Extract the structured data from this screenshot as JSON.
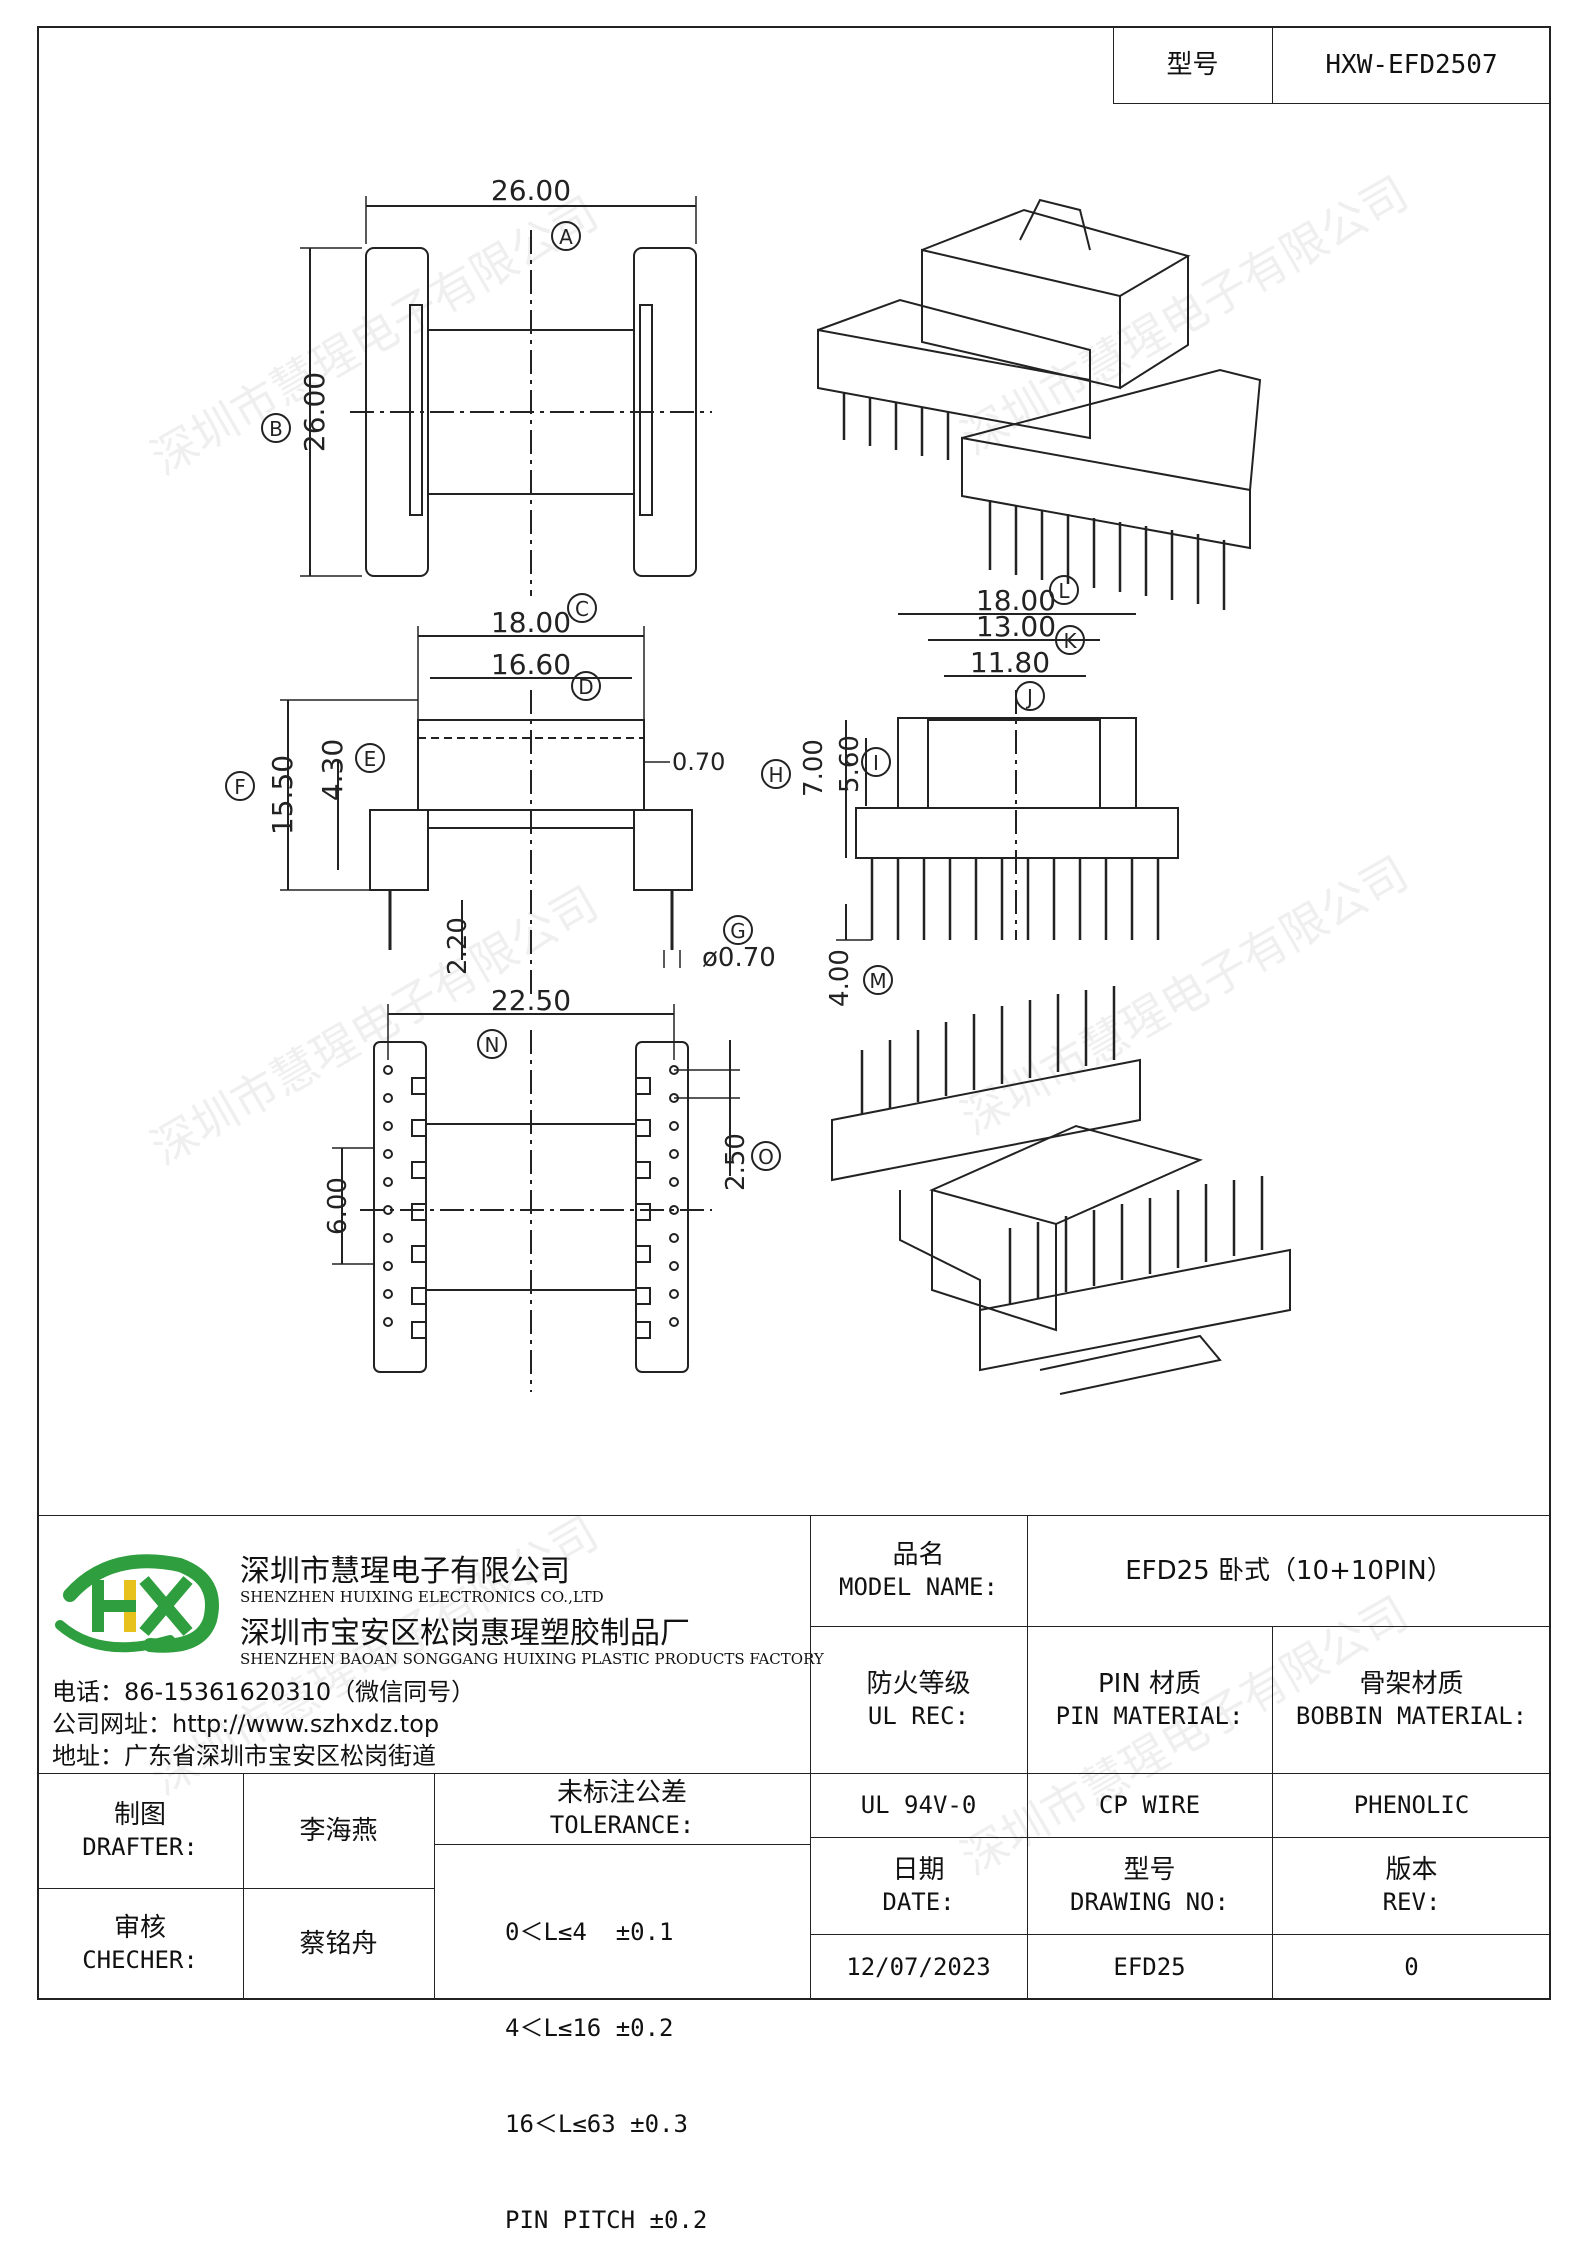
{
  "title_block": {
    "type_label": "型号",
    "type_value": "HXW-EFD2507"
  },
  "drawing_labels": {
    "A": "26.00",
    "B": "26.00",
    "C": "18.00",
    "D": "16.60",
    "E": "4.30",
    "F": "15.50",
    "wall": "0.70",
    "G_lead": "2.20",
    "G_dia": "ø0.70",
    "L": "18.00",
    "K": "13.00",
    "J": "11.80",
    "H": "7.00",
    "I": "5.60",
    "M": "4.00",
    "N": "22.50",
    "O": "2.50",
    "P": "6.00",
    "circle_A": "A",
    "circle_B": "B",
    "circle_C": "C",
    "circle_D": "D",
    "circle_E": "E",
    "circle_F": "F",
    "circle_G": "G",
    "circle_H": "H",
    "circle_I": "I",
    "circle_J": "J",
    "circle_K": "K",
    "circle_L": "L",
    "circle_M": "M",
    "circle_N": "N",
    "circle_O": "O"
  },
  "watermark": "深圳市慧瑆电子有限公司",
  "company": {
    "name_cn": "深圳市慧瑆电子有限公司",
    "name_en": "SHENZHEN HUIXING ELECTRONICS CO.,LTD",
    "factory_cn": "深圳市宝安区松岗惠瑆塑胶制品厂",
    "factory_en": "SHENZHEN BAOAN SONGGANG HUIXING PLASTIC PRODUCTS FACTORY",
    "phone": "电话：86-15361620310（微信同号）",
    "website": "公司网址：http://www.szhxdz.top",
    "address": "地址：广东省深圳市宝安区松岗街道",
    "logo_letters": "HX",
    "colors": {
      "logo_green": "#2e9e3e",
      "logo_yellow": "#e8c21c"
    }
  },
  "model": {
    "label_cn": "品名",
    "label_en": "MODEL NAME:",
    "value": "EFD25 卧式（10+10PIN）"
  },
  "ul": {
    "label_cn": "防火等级",
    "label_en": "UL REC:",
    "value": "UL 94V-0"
  },
  "pin_material": {
    "label_cn": "PIN 材质",
    "label_en": "PIN MATERIAL:",
    "value": "CP WIRE"
  },
  "bobbin_material": {
    "label_cn": "骨架材质",
    "label_en": "BOBBIN MATERIAL:",
    "value": "PHENOLIC"
  },
  "drafter": {
    "label_cn": "制图",
    "label_en": "DRAFTER:",
    "value": "李海燕"
  },
  "checker": {
    "label_cn": "审核",
    "label_en": "CHECHER:",
    "value": "蔡铭舟"
  },
  "tolerance": {
    "label_cn": "未标注公差",
    "label_en": "TOLERANCE:",
    "lines": [
      "0＜L≤4  ±0.1",
      "4＜L≤16 ±0.2",
      "16＜L≤63 ±0.3",
      "PIN PITCH ±0.2"
    ]
  },
  "date": {
    "label_cn": "日期",
    "label_en": "DATE:",
    "value": "12/07/2023"
  },
  "drawing_no": {
    "label_cn": "型号",
    "label_en": "DRAWING NO:",
    "value": "EFD25"
  },
  "rev": {
    "label_cn": "版本",
    "label_en": "REV:",
    "value": "0"
  }
}
